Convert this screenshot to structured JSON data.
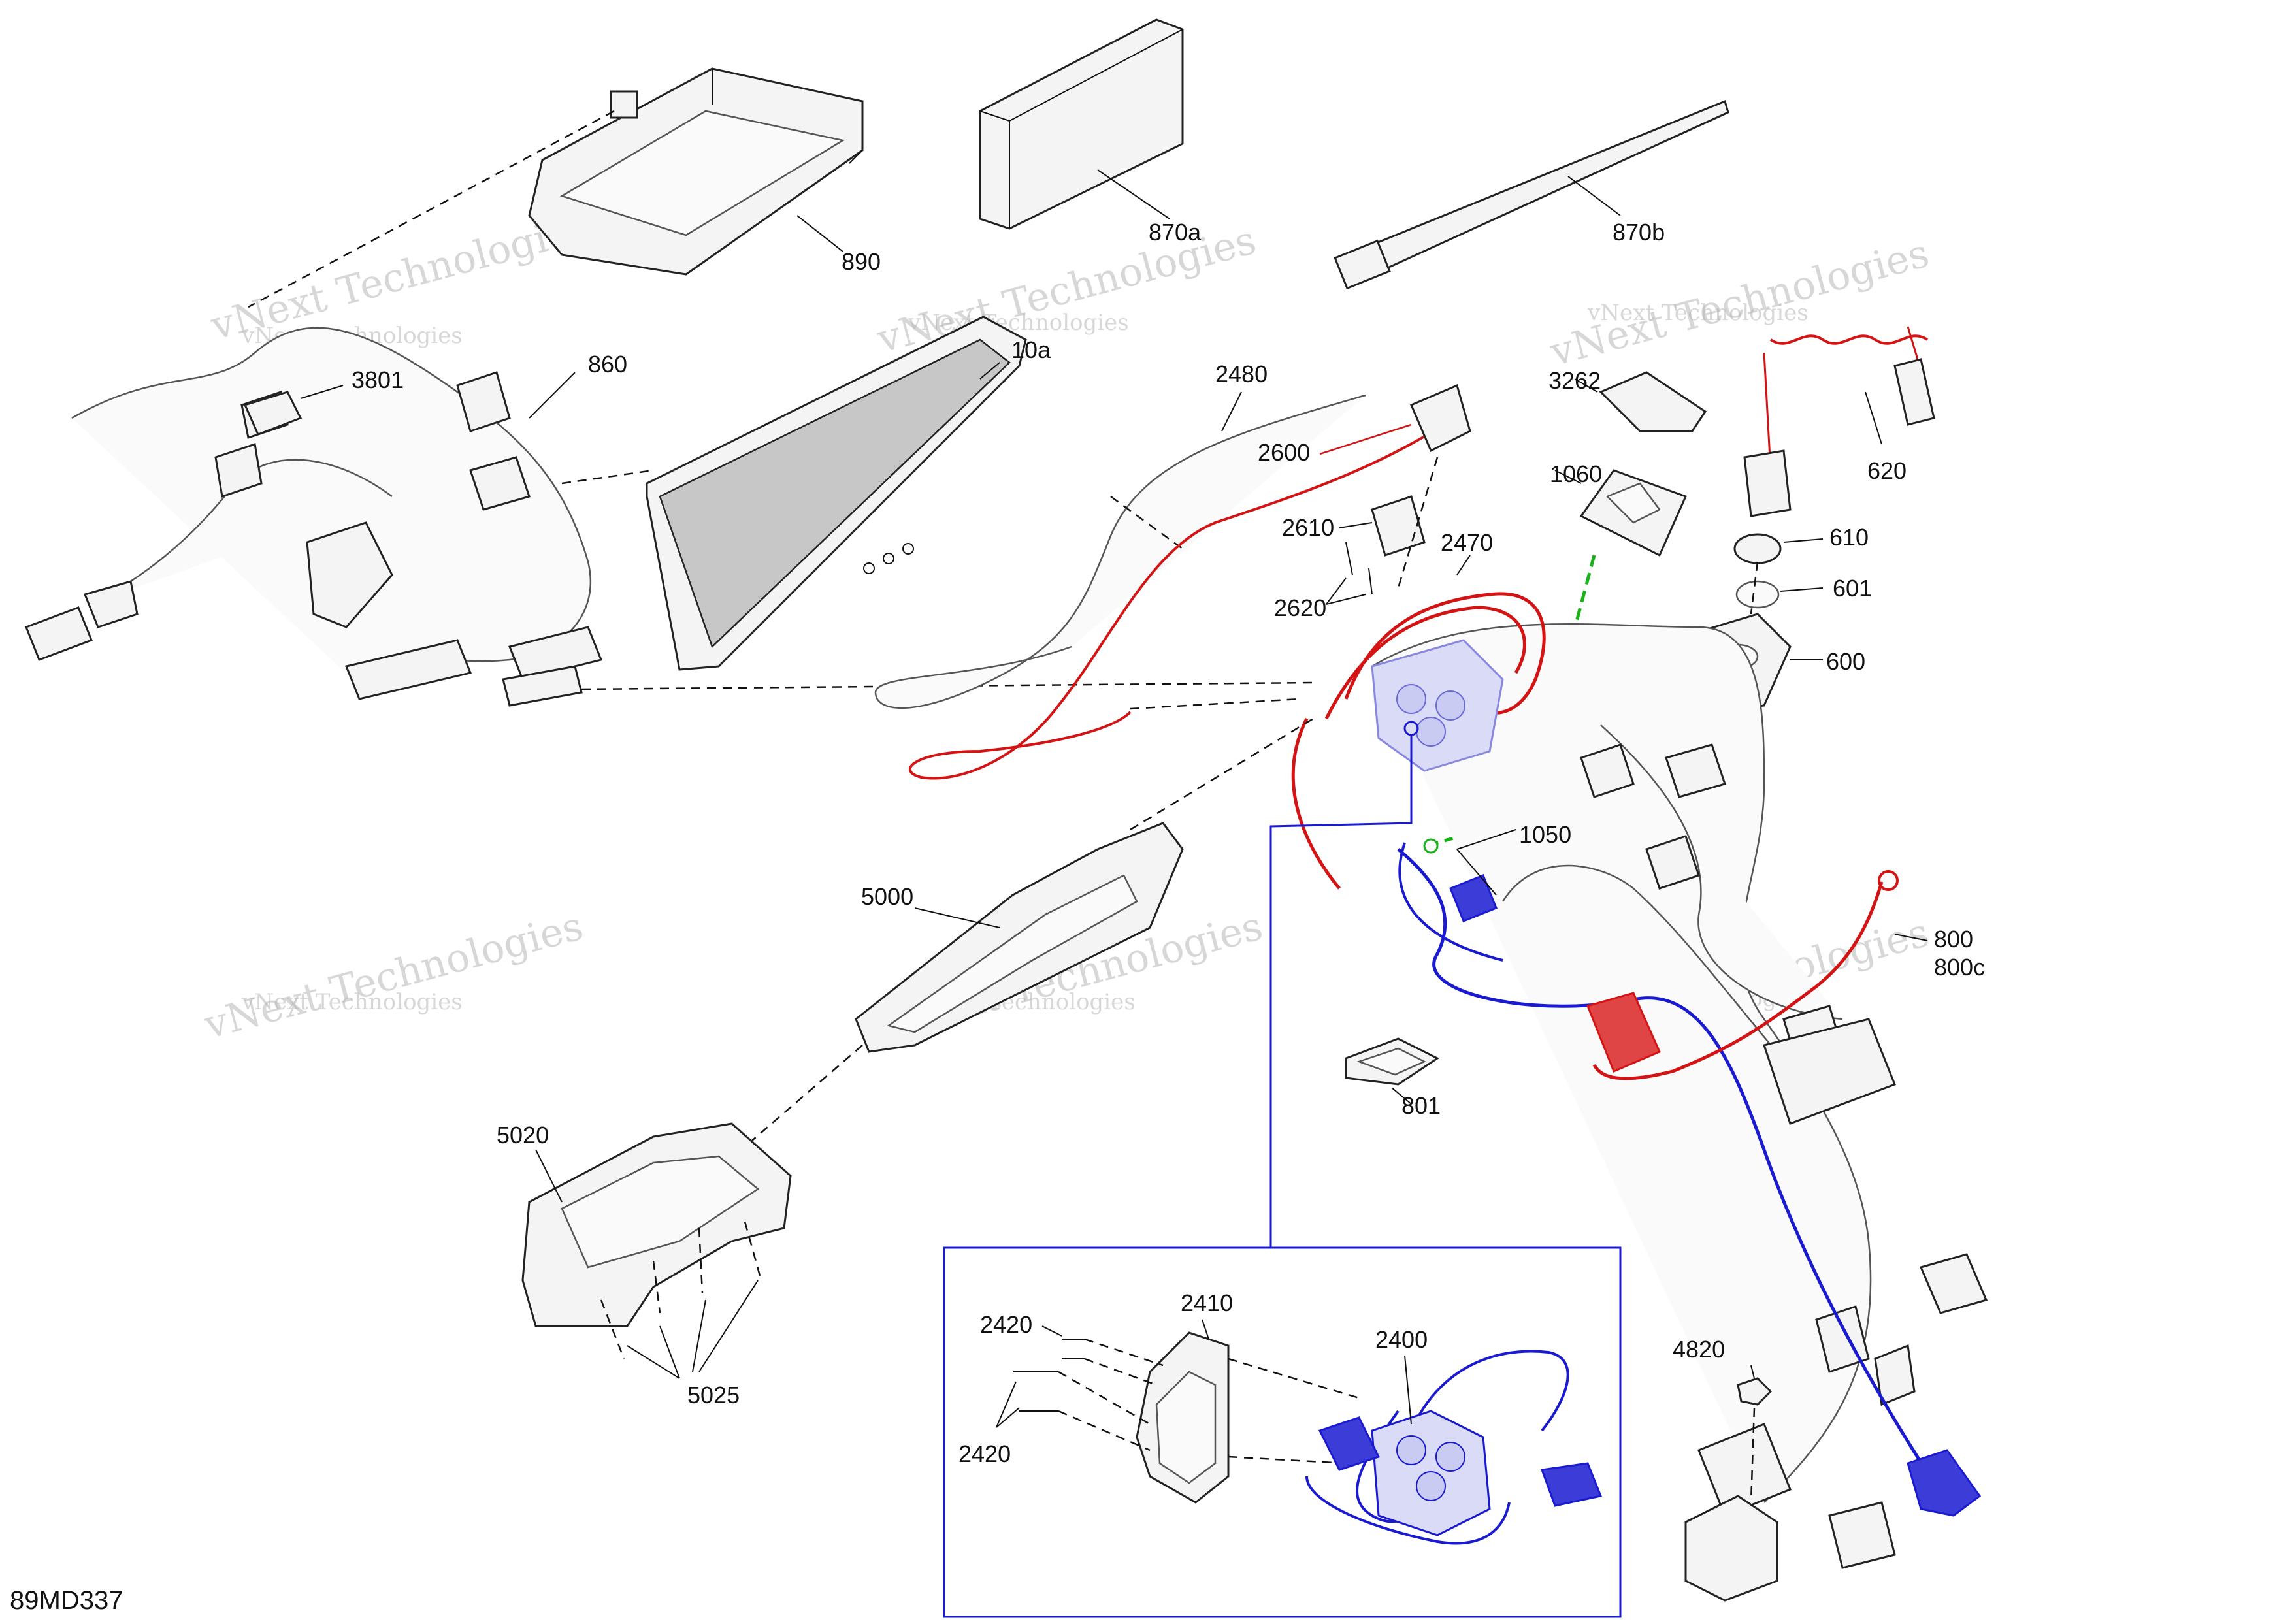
{
  "diagram": {
    "code": "89MD337",
    "watermark": "vNext Technologies",
    "colors": {
      "background": "#ffffff",
      "line": "#111111",
      "highlight_red": "#d41414",
      "highlight_blue": "#1a1ad0",
      "highlight_green": "#19b219",
      "watermark": "#b8b8b8"
    },
    "callouts": {
      "c890": "890",
      "c870a": "870a",
      "c870b": "870b",
      "c860": "860",
      "c3801": "3801",
      "c10a": "10a",
      "c2480": "2480",
      "c3262": "3262",
      "c620": "620",
      "c2600": "2600",
      "c1060": "1060",
      "c2610": "2610",
      "c2470": "2470",
      "c610": "610",
      "c601": "601",
      "c2620": "2620",
      "c600": "600",
      "c1050": "1050",
      "c5000": "5000",
      "c800": "800",
      "c800c": "800c",
      "c801": "801",
      "c5020": "5020",
      "c5025": "5025",
      "c2410": "2410",
      "c2420a": "2420",
      "c2400": "2400",
      "c4820": "4820",
      "c2420b": "2420"
    }
  }
}
